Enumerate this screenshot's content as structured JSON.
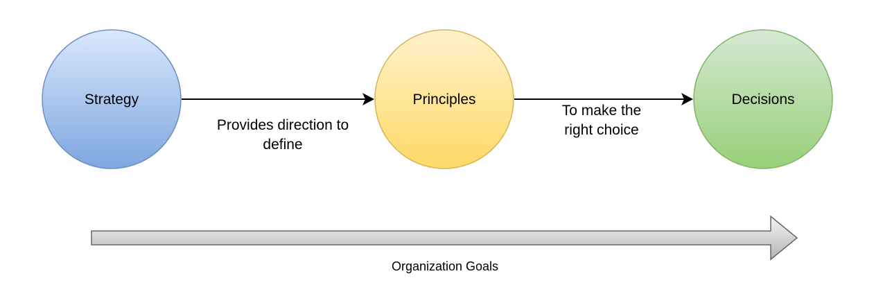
{
  "nodes": {
    "strategy": {
      "label": "Strategy"
    },
    "principles": {
      "label": "Principles"
    },
    "decisions": {
      "label": "Decisions"
    }
  },
  "edges": {
    "strategy_to_principles": {
      "label_line1": "Provides direction to",
      "label_line2": "define"
    },
    "principles_to_decisions": {
      "label_line1": "To make the",
      "label_line2": "right choice"
    }
  },
  "goal_arrow": {
    "label": "Organization Goals"
  },
  "colors": {
    "strategy_top": "#dae8fc",
    "strategy_bottom": "#7ea6e0",
    "strategy_stroke": "#6c8ebf",
    "principles_top": "#fff2cc",
    "principles_bottom": "#ffd966",
    "principles_stroke": "#d6b656",
    "decisions_top": "#d5e8d4",
    "decisions_bottom": "#97d077",
    "decisions_stroke": "#82b366",
    "goal_fill_top": "#f5f5f5",
    "goal_fill_bottom": "#b3b3b3",
    "goal_stroke": "#666666",
    "edge": "#000000"
  }
}
